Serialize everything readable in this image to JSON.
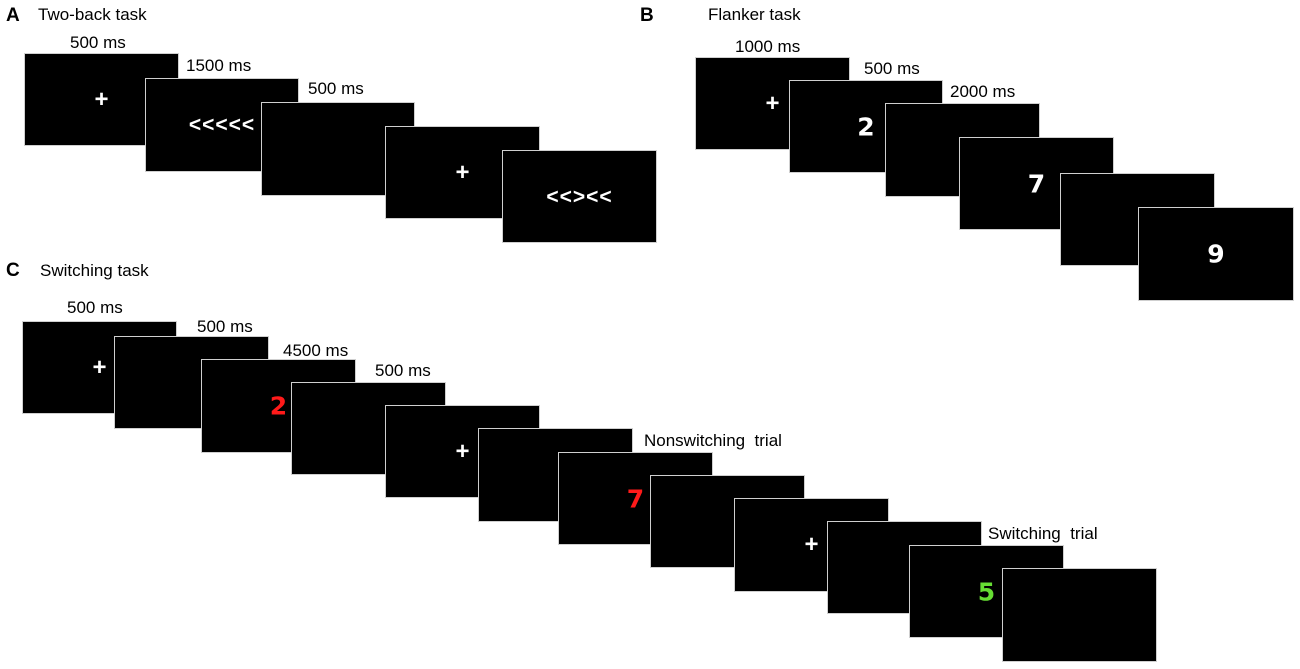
{
  "panels": {
    "a": {
      "letter": "A",
      "title": "Two-back task",
      "durations": [
        "500 ms",
        "1500 ms",
        "500 ms"
      ],
      "stimuli": [
        "+",
        "<<<<<",
        "",
        "+",
        "<<><<"
      ]
    },
    "b": {
      "letter": "B",
      "title": "Flanker task",
      "durations": [
        "1000 ms",
        "500 ms",
        "2000 ms"
      ],
      "stimuli": [
        "+",
        "2",
        "",
        "7",
        "",
        "9"
      ]
    },
    "c": {
      "letter": "C",
      "title": "Switching task",
      "durations": [
        "500 ms",
        "500 ms",
        "4500 ms",
        "500 ms"
      ],
      "trial_labels": [
        "Nonswitching  trial",
        "Switching  trial"
      ],
      "stimuli": [
        "+",
        "",
        "2",
        "",
        "+",
        "",
        "7",
        "",
        "+",
        "",
        "5",
        ""
      ]
    }
  },
  "colors": {
    "screen": "#000000",
    "stimulus": "#ffffff",
    "red_digit": "#ff1a1a",
    "green_digit": "#66dd33"
  }
}
